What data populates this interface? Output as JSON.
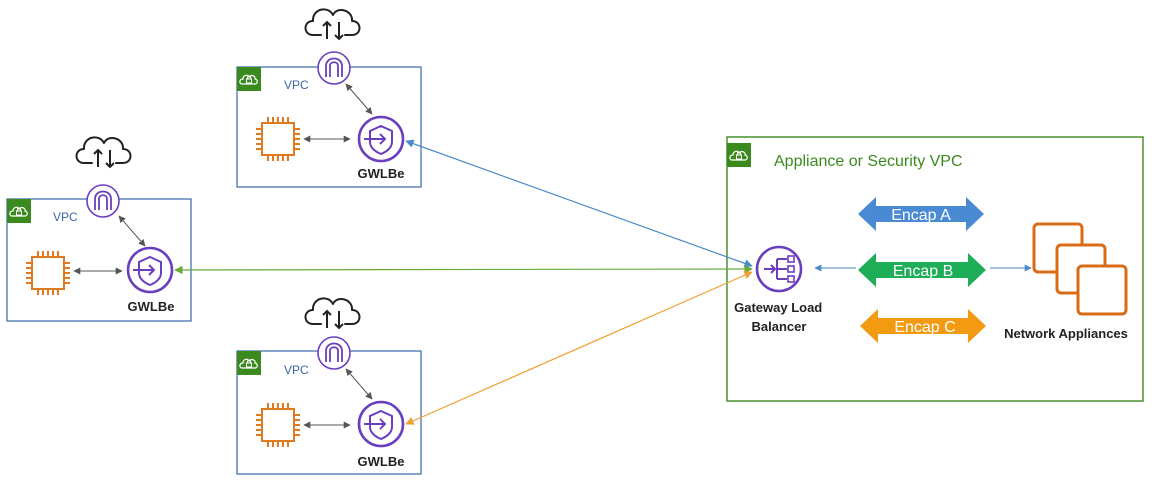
{
  "colors": {
    "vpc_border": "#3b67a8",
    "security_vpc_border": "#3a8a1e",
    "vpc_badge": "#3a8a1e",
    "purple": "#6a3fbf",
    "ec2_orange": "#e07a1f",
    "appliance_orange": "#d96b16",
    "arrow_blue": "#4a8ac8",
    "arrow_green": "#6aaa3a",
    "arrow_orange": "#f0a030",
    "encap_a": "#4a8ad4",
    "encap_b": "#1fae58",
    "encap_c": "#f29a12"
  },
  "vpcs": [
    {
      "label": "VPC",
      "endpoint_label": "GWLBe"
    },
    {
      "label": "VPC",
      "endpoint_label": "GWLBe"
    },
    {
      "label": "VPC",
      "endpoint_label": "GWLBe"
    }
  ],
  "security_vpc": {
    "title": "Appliance or  Security VPC",
    "gateway_label_line1": "Gateway Load",
    "gateway_label_line2": "Balancer",
    "appliances_label": "Network Appliances"
  },
  "encaps": [
    {
      "label": "Encap A",
      "color": "#4a8ad4"
    },
    {
      "label": "Encap B",
      "color": "#1fae58"
    },
    {
      "label": "Encap C",
      "color": "#f29a12"
    }
  ],
  "icons": [
    "cloud-icon",
    "internet-gateway-icon",
    "gwlb-endpoint-icon",
    "ec2-instance-icon",
    "gateway-load-balancer-icon",
    "network-appliances-icon",
    "vpc-lock-icon"
  ]
}
